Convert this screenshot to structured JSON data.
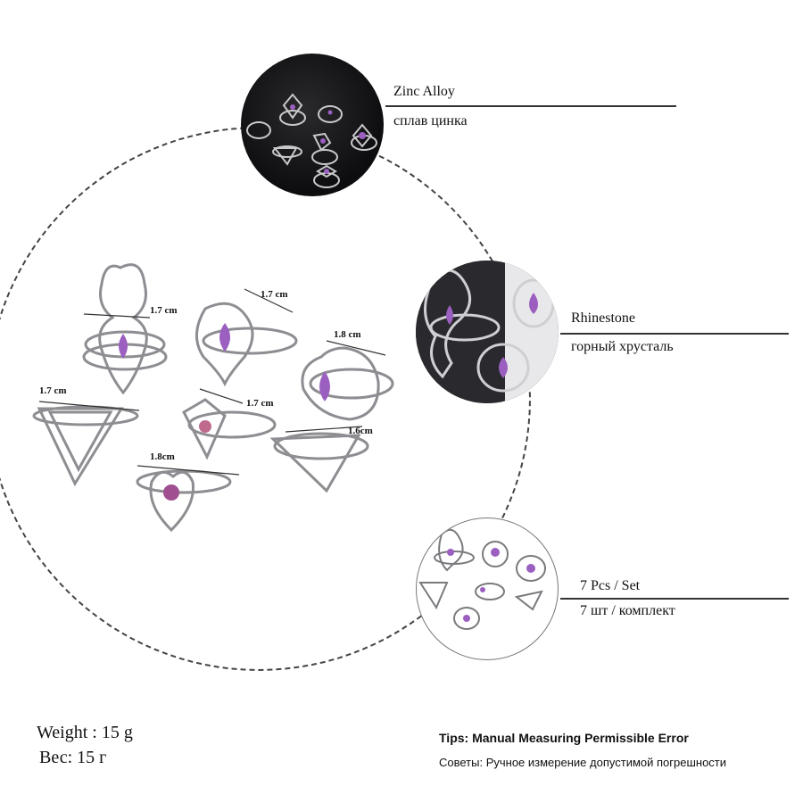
{
  "labels": {
    "zinc_en": "Zinc Alloy",
    "zinc_ru": "сплав цинка",
    "rhinestone_en": "Rhinestone",
    "rhinestone_ru": "горный хрусталь",
    "set_en": "7 Pcs / Set",
    "set_ru": "7 шт / комплект"
  },
  "measurements": [
    "1.7 cm",
    "1.7 cm",
    "1.8 cm",
    "1.7 cm",
    "1.7 cm",
    "1.6cm",
    "1.8cm"
  ],
  "weight": {
    "en": "Weight : 15 g",
    "ru": "Вес: 15 г"
  },
  "tips": {
    "en": "Tips: Manual Measuring Permissible Error",
    "ru": "Советы: Ручное измерение допустимой погрешности"
  },
  "colors": {
    "silver": "#b8b8bc",
    "amethyst": "#9b5fc0",
    "dark_bg": "#111114"
  }
}
